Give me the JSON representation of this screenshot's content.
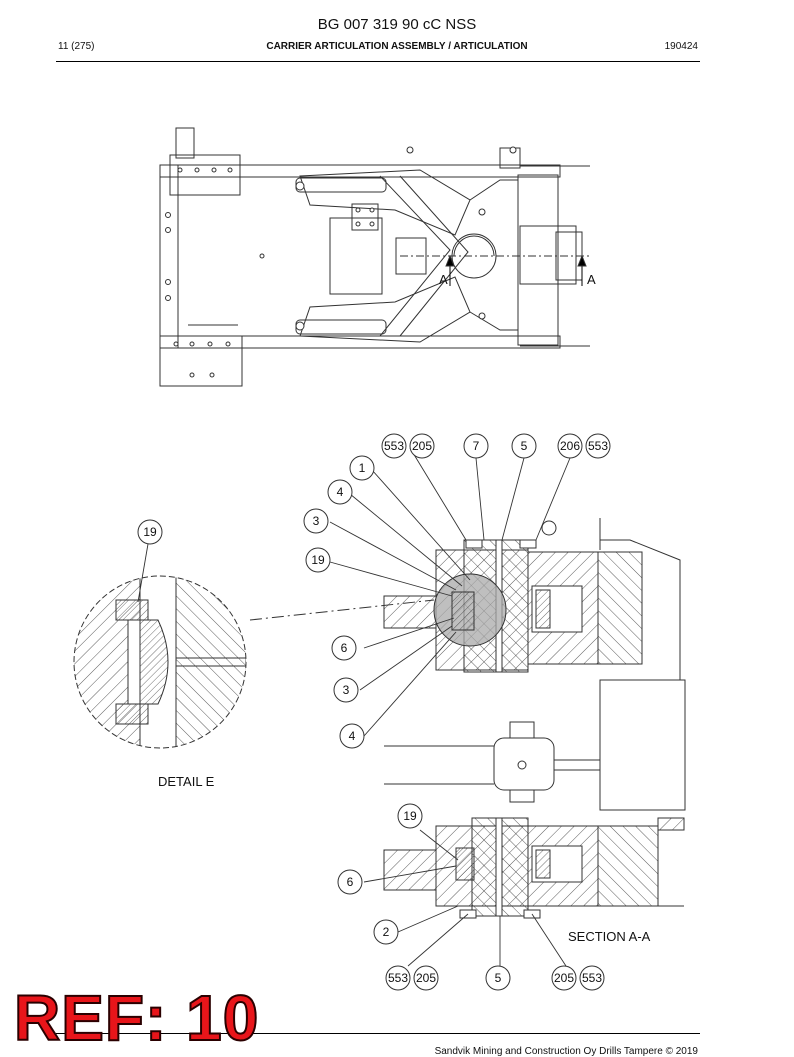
{
  "header": {
    "doc_title": "BG 007 319 90 cC NSS",
    "page": "11 (275)",
    "section_title": "CARRIER ARTICULATION ASSEMBLY / ARTICULATION",
    "date": "190424"
  },
  "drawing": {
    "section_marker_left": "A",
    "section_marker_right": "A",
    "detail_label": "DETAIL E",
    "section_label": "SECTION A-A",
    "callouts_top_row": [
      "553",
      "205",
      "7",
      "5",
      "206",
      "553"
    ],
    "callouts_left_column": [
      "1",
      "4",
      "3",
      "19",
      "6",
      "3",
      "4"
    ],
    "callout_detail": "19",
    "callouts_lower": [
      "19",
      "6",
      "2"
    ],
    "callouts_bottom_row": [
      "553",
      "205",
      "5",
      "205",
      "553"
    ]
  },
  "watermark": {
    "text": "REF: 10"
  },
  "footer": {
    "copyright": "Sandvik Mining and Construction Oy Drills Tampere © 2019"
  }
}
